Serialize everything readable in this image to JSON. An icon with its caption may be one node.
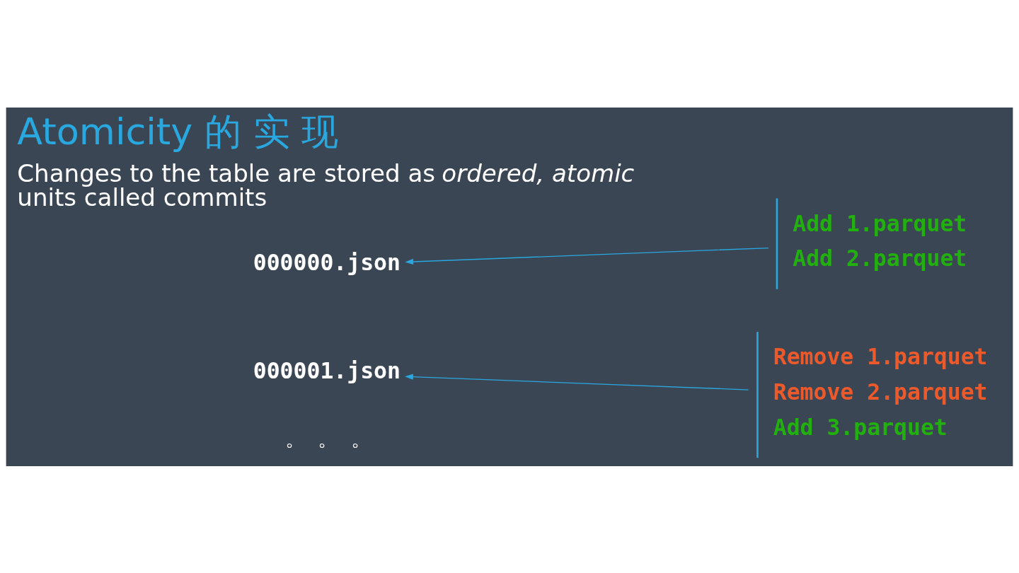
{
  "diagram": {
    "title": "Atomicity 的 实 现",
    "nodes": [
      {
        "text": [
          "000000.json"
        ]
      },
      {
        "text": [
          "000001.json"
        ]
      },
      {
        "text": [
          "Add 1.parquet",
          "Add 2.parquet"
        ]
      },
      {
        "text": [
          "Remove 1.parquet",
          "Remove 2.parquet",
          "Add 3.parquet"
        ]
      }
    ],
    "edges": [
      {
        "from": 2,
        "to": 0,
        "arrow": "to"
      },
      {
        "from": 3,
        "to": 1,
        "arrow": "to"
      }
    ],
    "labels": [
      "Changes to the table are stored as *ordered, atomic* units called commits",
      "。 。 。"
    ]
  }
}
